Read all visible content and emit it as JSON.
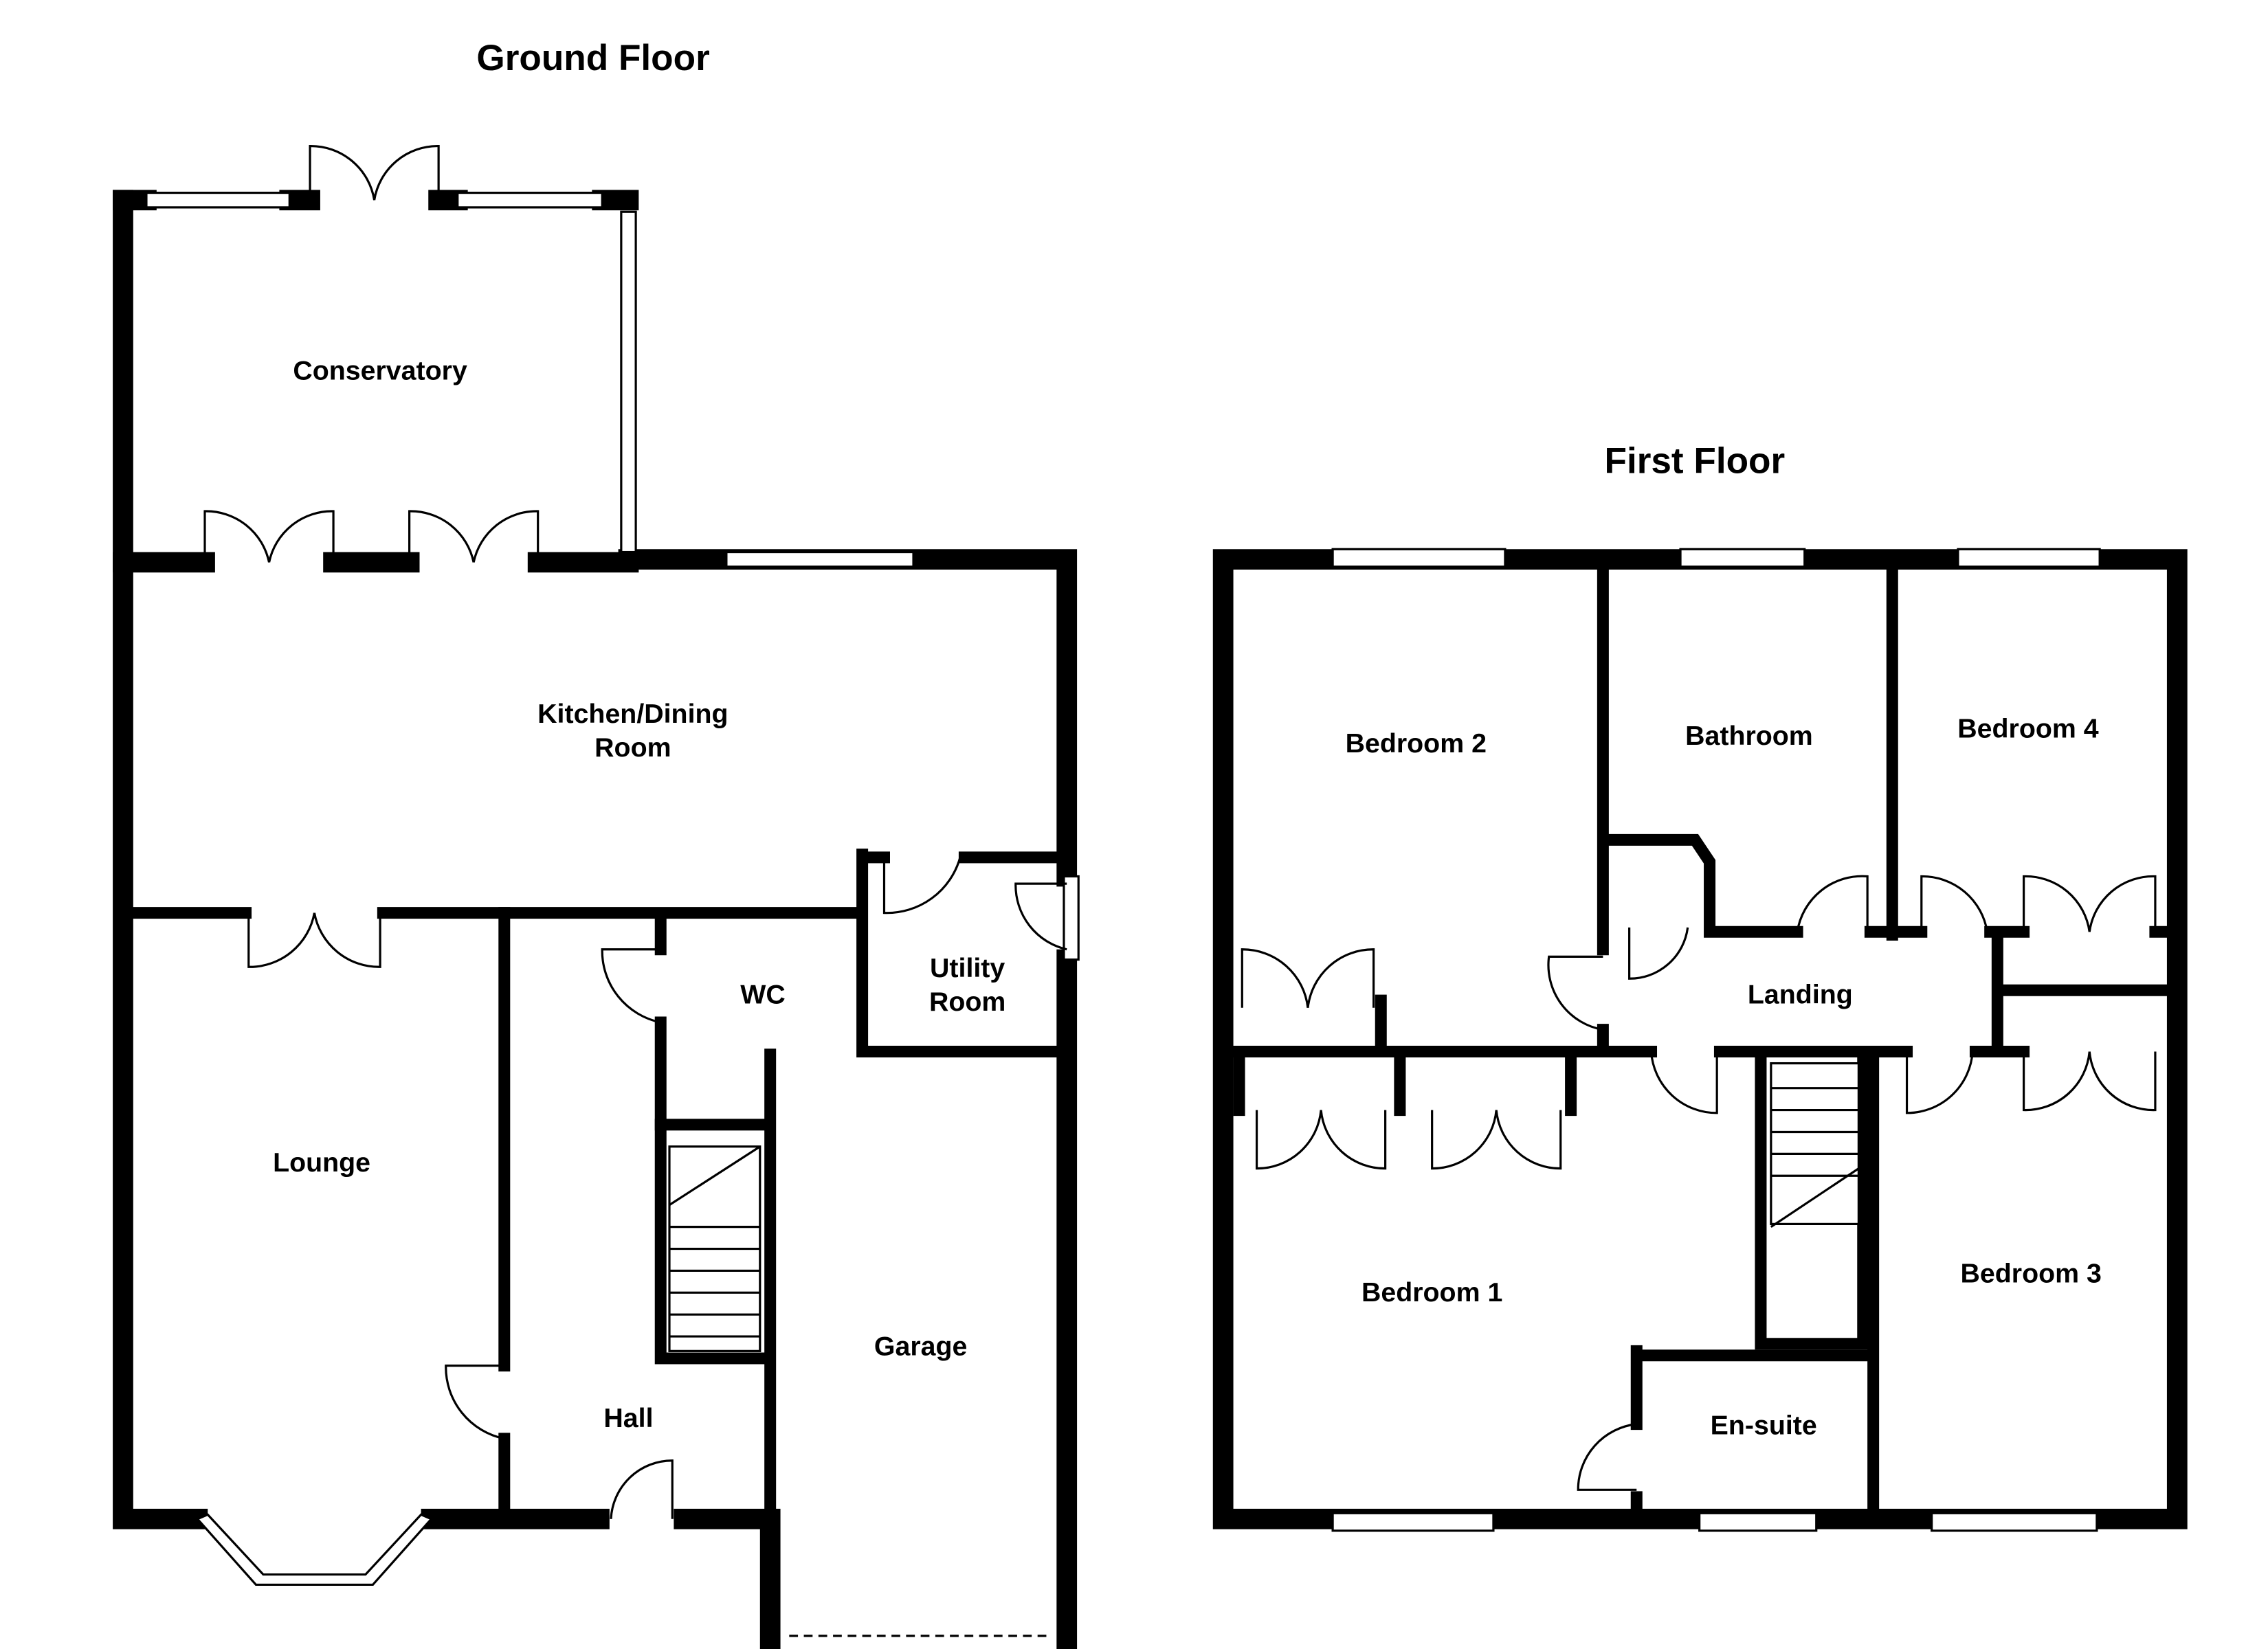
{
  "ground_floor": {
    "title": "Ground Floor",
    "rooms": {
      "conservatory": "Conservatory",
      "kitchen_line1": "Kitchen/Dining",
      "kitchen_line2": "Room",
      "lounge": "Lounge",
      "wc": "WC",
      "utility_line1": "Utility",
      "utility_line2": "Room",
      "hall": "Hall",
      "garage": "Garage"
    }
  },
  "first_floor": {
    "title": "First Floor",
    "rooms": {
      "bedroom2": "Bedroom 2",
      "bathroom": "Bathroom",
      "bedroom4": "Bedroom 4",
      "landing": "Landing",
      "bedroom1": "Bedroom 1",
      "bedroom3": "Bedroom 3",
      "ensuite": "En-suite"
    }
  }
}
